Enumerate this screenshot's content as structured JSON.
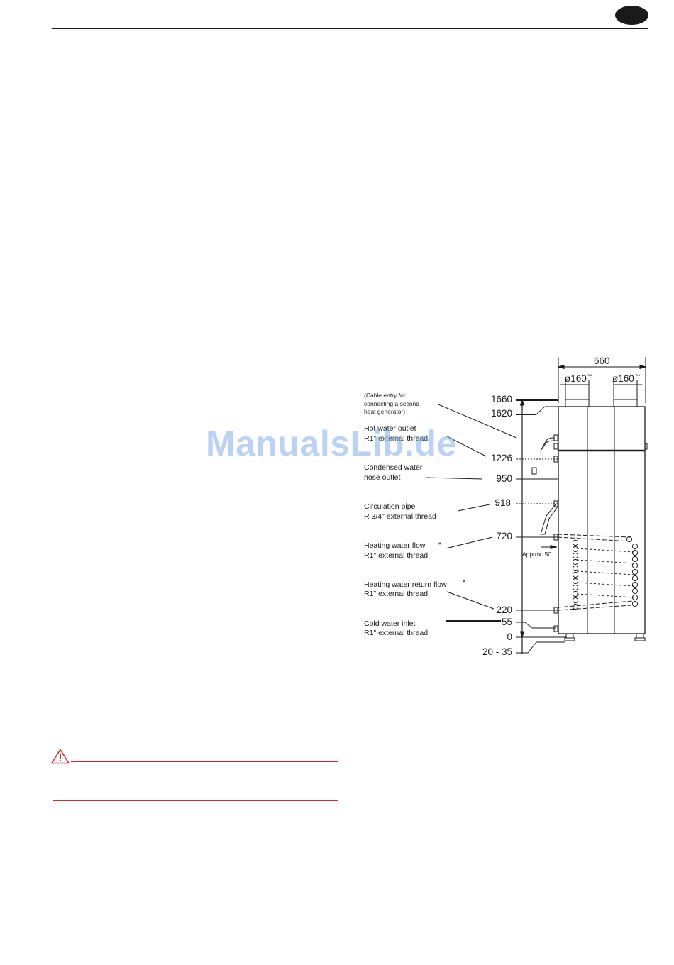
{
  "watermark": "ManualsLib.de",
  "diagram": {
    "top_width": "660",
    "diameter_left": "ø160",
    "diameter_right": "ø160",
    "diameter_mark": "**",
    "heights": [
      "1660",
      "1620",
      "1226",
      "950",
      "918",
      "720",
      "220",
      "55",
      "0",
      "20 - 35"
    ],
    "approx": "Approx. 50",
    "asterisk": "*",
    "labels": {
      "cable_1": "(Cable entry for",
      "cable_2": "connecting a second",
      "cable_3": "heat generator)",
      "hot_1": "Hot water outlet",
      "hot_2": "R1\" external thread",
      "cond_1": "Condensed water",
      "cond_2": "hose outlet",
      "circ_1": "Circulation pipe",
      "circ_2": "R 3/4\" external thread",
      "flow_1": "Heating water flow",
      "flow_2": "R1\" external thread",
      "return_1": "Heating water return flow",
      "return_2": "R1\" external thread",
      "cold_1": "Cold water inlet",
      "cold_2": "R1\" external thread"
    }
  },
  "colors": {
    "warning_red": "#d42a2a",
    "watermark_blue": "#82afeb",
    "ink": "#1a1a1a"
  }
}
